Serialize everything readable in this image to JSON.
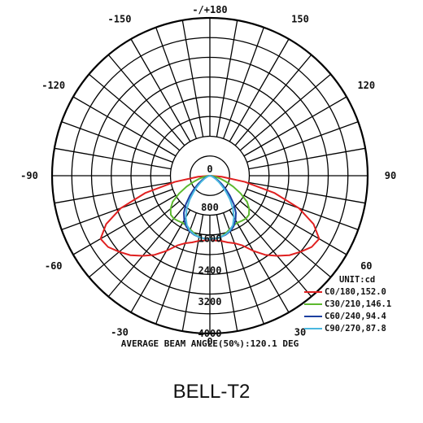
{
  "chart_data": {
    "type": "polar",
    "unit": "UNIT:cd",
    "radial_ticks": [
      0,
      800,
      1600,
      2400,
      3200,
      4000
    ],
    "radial_tick_labels": [
      "0",
      "800",
      "1600",
      "2400",
      "3200",
      "4000"
    ],
    "angle_labels": [
      {
        "angle": 180,
        "text": "-/+180"
      },
      {
        "angle": -150,
        "text": "-150"
      },
      {
        "angle": 150,
        "text": "150"
      },
      {
        "angle": -120,
        "text": "-120"
      },
      {
        "angle": 120,
        "text": "120"
      },
      {
        "angle": -90,
        "text": "-90"
      },
      {
        "angle": 90,
        "text": "90"
      },
      {
        "angle": -60,
        "text": "-60"
      },
      {
        "angle": 60,
        "text": "60"
      },
      {
        "angle": -30,
        "text": "-30"
      },
      {
        "angle": 30,
        "text": "30"
      },
      {
        "angle": 0,
        "text": "0"
      }
    ],
    "series": [
      {
        "name": "C0/180,152.0",
        "color": "#e02020",
        "angles": [
          0,
          5,
          10,
          15,
          20,
          25,
          30,
          35,
          40,
          45,
          50,
          55,
          60,
          65,
          70,
          75,
          80,
          85,
          90
        ],
        "values": [
          1600,
          1650,
          1680,
          1750,
          1820,
          1950,
          2200,
          2450,
          2650,
          2850,
          3000,
          3150,
          3200,
          2900,
          2400,
          1700,
          900,
          300,
          0
        ]
      },
      {
        "name": "C30/210,146.1",
        "color": "#5cb82e",
        "angles": [
          0,
          5,
          10,
          15,
          20,
          25,
          30,
          35,
          40,
          45,
          50,
          55,
          60,
          65,
          70,
          75,
          80,
          85,
          90
        ],
        "values": [
          1600,
          1600,
          1580,
          1520,
          1450,
          1400,
          1380,
          1400,
          1420,
          1400,
          1300,
          1150,
          900,
          650,
          420,
          260,
          140,
          50,
          0
        ]
      },
      {
        "name": "C60/240,94.4",
        "color": "#1c3fa0",
        "angles": [
          0,
          5,
          10,
          15,
          20,
          25,
          30,
          35,
          40,
          45,
          50,
          55,
          60,
          65,
          70,
          75,
          80,
          85,
          90
        ],
        "values": [
          1600,
          1600,
          1580,
          1550,
          1500,
          1420,
          1300,
          1150,
          950,
          720,
          520,
          360,
          240,
          150,
          90,
          50,
          25,
          10,
          0
        ]
      },
      {
        "name": "C90/270,87.8",
        "color": "#4ab8e0",
        "angles": [
          0,
          5,
          10,
          15,
          20,
          25,
          30,
          35,
          40,
          45,
          50,
          55,
          60,
          65,
          70,
          75,
          80,
          85,
          90
        ],
        "values": [
          1600,
          1600,
          1580,
          1540,
          1480,
          1380,
          1220,
          1020,
          800,
          580,
          400,
          270,
          170,
          100,
          60,
          30,
          15,
          5,
          0
        ]
      }
    ],
    "annotation": "AVERAGE BEAM ANGLE(50%):120.1 DEG"
  },
  "product_title": "BELL-T2"
}
